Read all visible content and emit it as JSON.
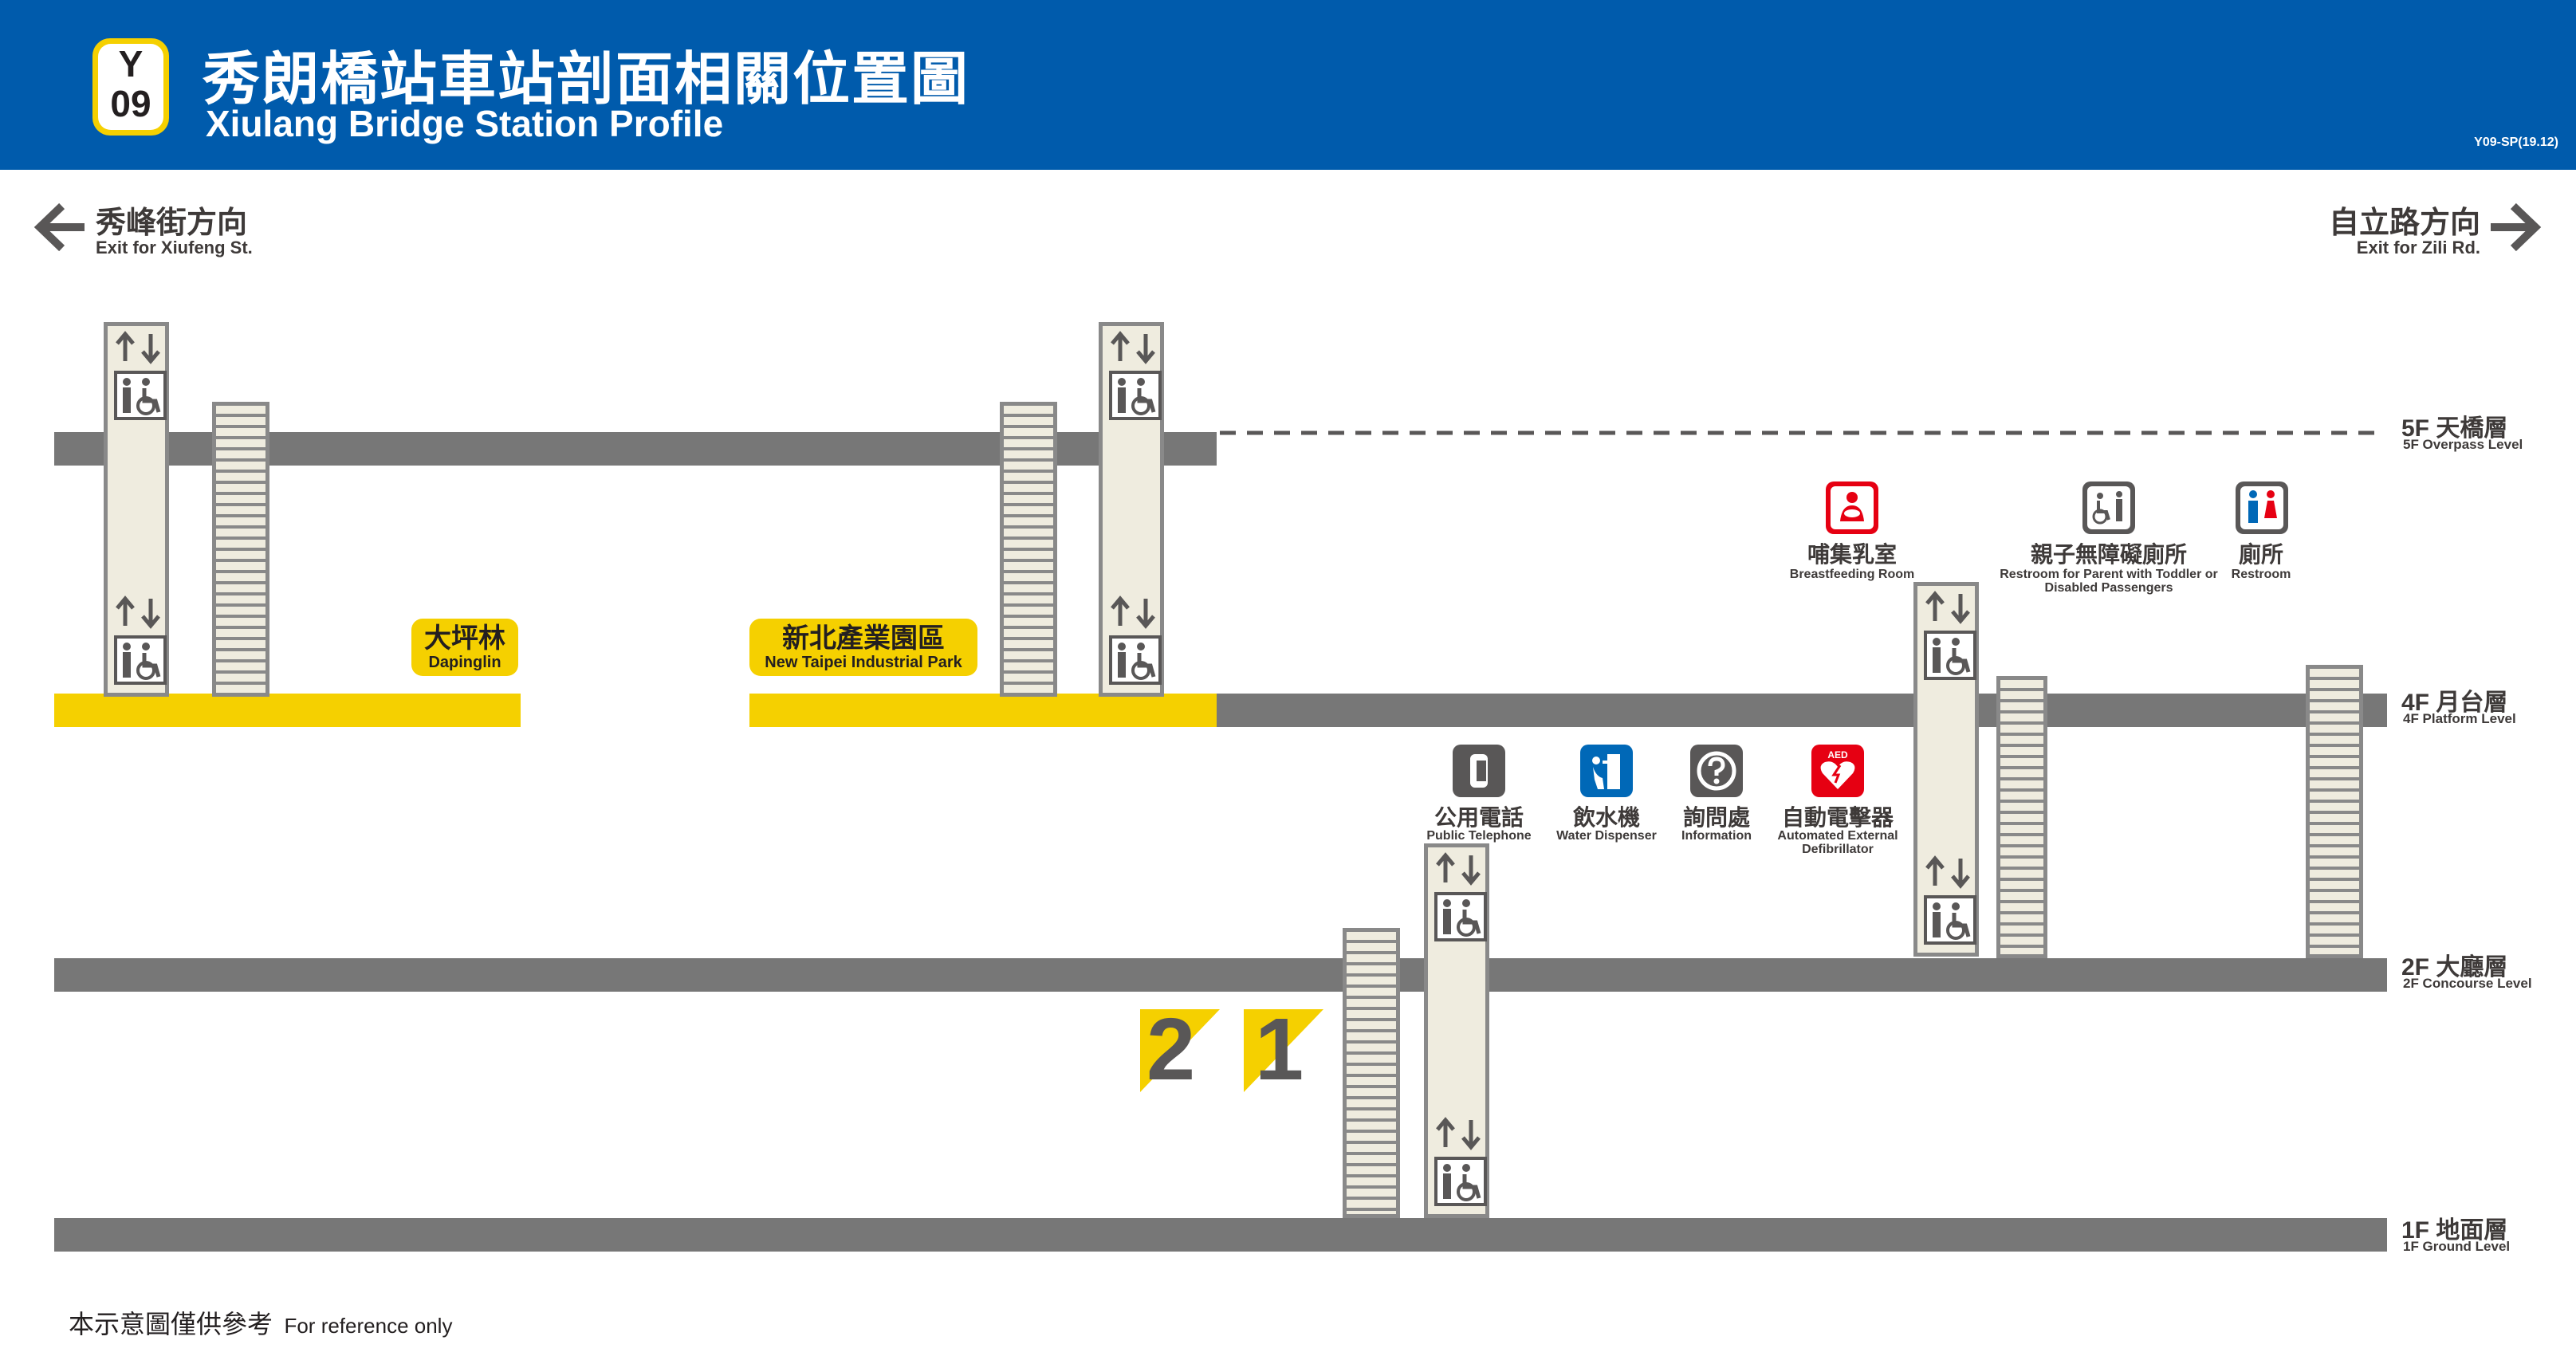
{
  "header": {
    "line_code": "Y",
    "station_number": "09",
    "title_zh": "秀朗橋站車站剖面相關位置圖",
    "title_en": "Xiulang Bridge Station Profile",
    "doc_code": "Y09-SP(19.12)"
  },
  "directions": {
    "left": {
      "zh": "秀峰街方向",
      "en": "Exit for Xiufeng St."
    },
    "right": {
      "zh": "自立路方向",
      "en": "Exit for Zili Rd."
    }
  },
  "levels": [
    {
      "zh": "5F 天橋層",
      "en": "5F Overpass Level"
    },
    {
      "zh": "4F 月台層",
      "en": "4F Platform Level"
    },
    {
      "zh": "2F 大廳層",
      "en": "2F Concourse Level"
    },
    {
      "zh": "1F 地面層",
      "en": "1F Ground Level"
    }
  ],
  "platform_directions": [
    {
      "zh": "大坪林",
      "en": "Dapinglin"
    },
    {
      "zh": "新北產業園區",
      "en": "New Taipei Industrial Park"
    }
  ],
  "facilities": {
    "breastfeeding": {
      "zh": "哺集乳室",
      "en": "Breastfeeding Room",
      "icon": "breastfeeding-icon"
    },
    "family_restroom": {
      "zh": "親子無障礙廁所",
      "en": "Restroom for Parent with Toddler or Disabled Passengers",
      "icon": "family-accessible-restroom-icon"
    },
    "restroom": {
      "zh": "廁所",
      "en": "Restroom",
      "icon": "restroom-icon"
    },
    "telephone": {
      "zh": "公用電話",
      "en": "Public Telephone",
      "icon": "telephone-icon"
    },
    "water": {
      "zh": "飲水機",
      "en": "Water Dispenser",
      "icon": "water-dispenser-icon"
    },
    "information": {
      "zh": "詢問處",
      "en": "Information",
      "icon": "information-icon"
    },
    "aed": {
      "zh": "自動電擊器",
      "en": "Automated External Defibrillator",
      "icon": "aed-icon",
      "icon_text": "AED"
    }
  },
  "exits": [
    "2",
    "1"
  ],
  "footer": {
    "zh": "本示意圖僅供參考",
    "en": "For reference only"
  },
  "colors": {
    "header_blue": "#005bac",
    "line_yellow": "#f5d000",
    "floor_gray": "#777777",
    "aed_red": "#e60012",
    "water_blue": "#0068b7",
    "restroom_red": "#e60012"
  }
}
